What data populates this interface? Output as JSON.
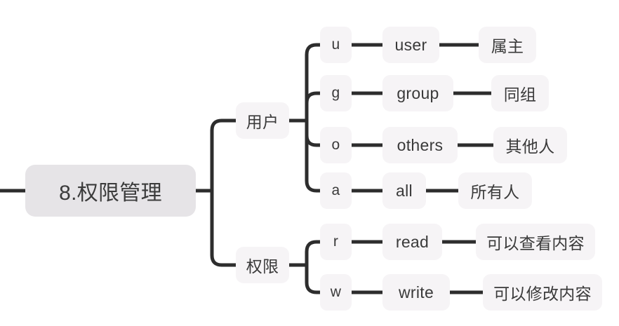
{
  "diagram": {
    "type": "mind-map",
    "title": "8.权限管理",
    "orientation": "left-to-right",
    "colors": {
      "background": "#ffffff",
      "root_fill": "#e6e4e7",
      "node_fill": "#f6f4f6",
      "connector": "#2d2d2d",
      "text": "#3a3a3a"
    },
    "root": {
      "label": "8.权限管理"
    },
    "branches": [
      {
        "label": "用户",
        "children": [
          {
            "key": "u",
            "word": "user",
            "desc": "属主"
          },
          {
            "key": "g",
            "word": "group",
            "desc": "同组"
          },
          {
            "key": "o",
            "word": "others",
            "desc": "其他人"
          },
          {
            "key": "a",
            "word": "all",
            "desc": "所有人"
          }
        ]
      },
      {
        "label": "权限",
        "children": [
          {
            "key": "r",
            "word": "read",
            "desc": "可以查看内容"
          },
          {
            "key": "w",
            "word": "write",
            "desc": "可以修改内容"
          }
        ]
      }
    ]
  }
}
